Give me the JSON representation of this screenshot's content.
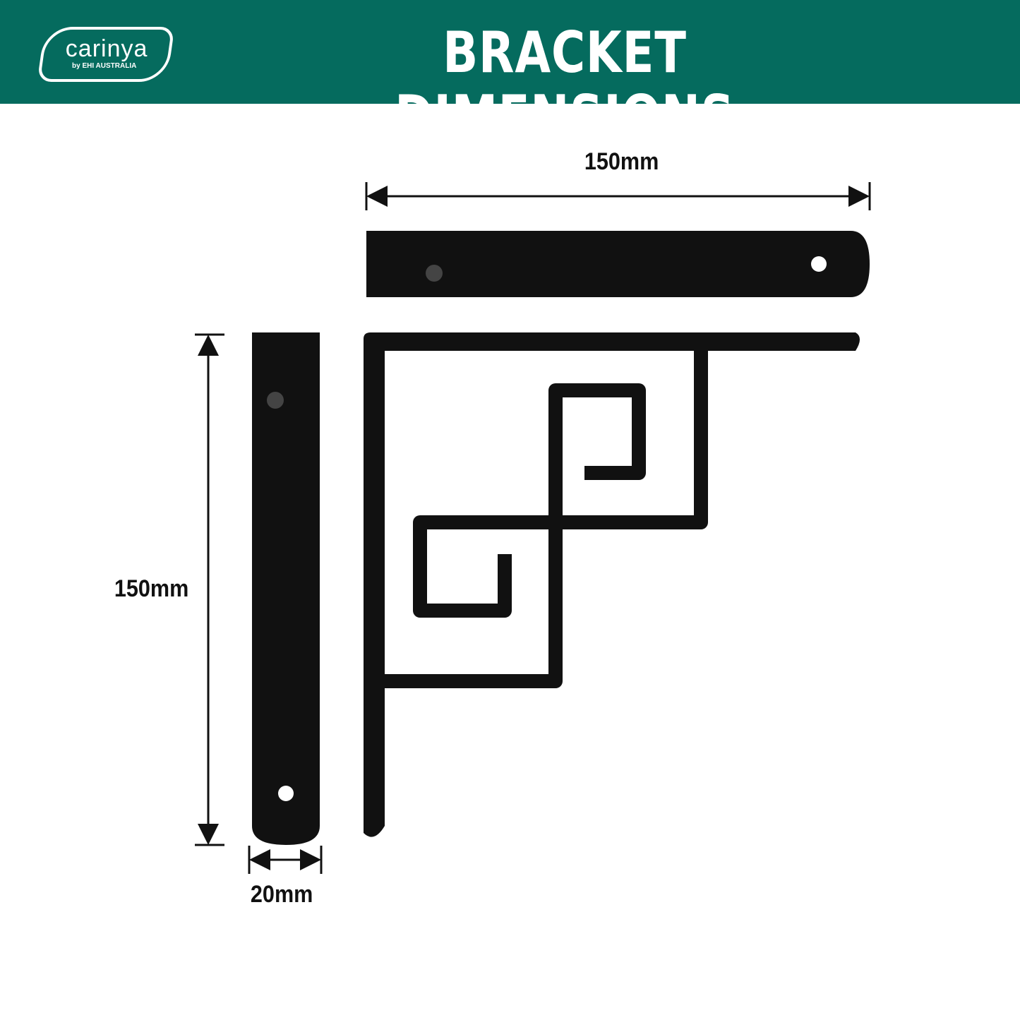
{
  "header": {
    "logo": {
      "name": "carinya",
      "tagline": "by EHI AUSTRALIA"
    },
    "title": "BRACKET DIMENSIONS"
  },
  "dimensions": {
    "width": "150mm",
    "height": "150mm",
    "bar_width": "20mm"
  },
  "colors": {
    "header": "#056b5e",
    "bracket": "#111111"
  }
}
